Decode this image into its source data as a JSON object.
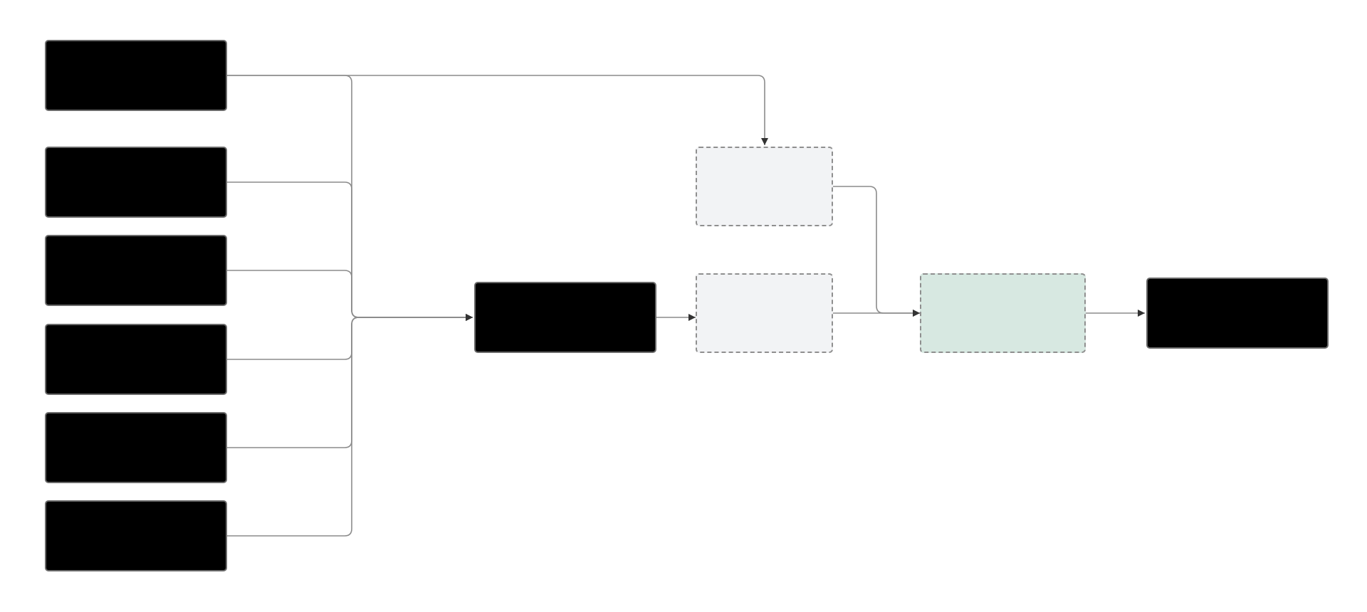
{
  "colors": {
    "solid_fill": "#000000",
    "solid_border": "#6a6a6a",
    "dashed_border": "#8f8f8f",
    "placeholder_fill": "#f2f3f5",
    "merge_fill": "#d7e8e1",
    "edge_line": "#8c8c8c",
    "arrowhead": "#333333"
  },
  "nodes": [
    {
      "id": "s1",
      "label": "",
      "style": "solid"
    },
    {
      "id": "s2",
      "label": "",
      "style": "solid"
    },
    {
      "id": "s3",
      "label": "",
      "style": "solid"
    },
    {
      "id": "s4",
      "label": "",
      "style": "solid"
    },
    {
      "id": "s5",
      "label": "",
      "style": "solid"
    },
    {
      "id": "s6",
      "label": "",
      "style": "solid"
    },
    {
      "id": "hub",
      "label": "",
      "style": "solid"
    },
    {
      "id": "p1",
      "label": "",
      "style": "dashed-gray"
    },
    {
      "id": "p2",
      "label": "",
      "style": "dashed-gray"
    },
    {
      "id": "merge",
      "label": "",
      "style": "dashed-green"
    },
    {
      "id": "out",
      "label": "",
      "style": "solid"
    }
  ],
  "edges": [
    {
      "from": "s1",
      "to": "p1"
    },
    {
      "from": "s1",
      "to": "hub"
    },
    {
      "from": "s2",
      "to": "hub"
    },
    {
      "from": "s3",
      "to": "hub"
    },
    {
      "from": "s4",
      "to": "hub"
    },
    {
      "from": "s5",
      "to": "hub"
    },
    {
      "from": "s6",
      "to": "hub"
    },
    {
      "from": "hub",
      "to": "p2"
    },
    {
      "from": "p1",
      "to": "merge"
    },
    {
      "from": "p2",
      "to": "merge"
    },
    {
      "from": "merge",
      "to": "out"
    }
  ]
}
